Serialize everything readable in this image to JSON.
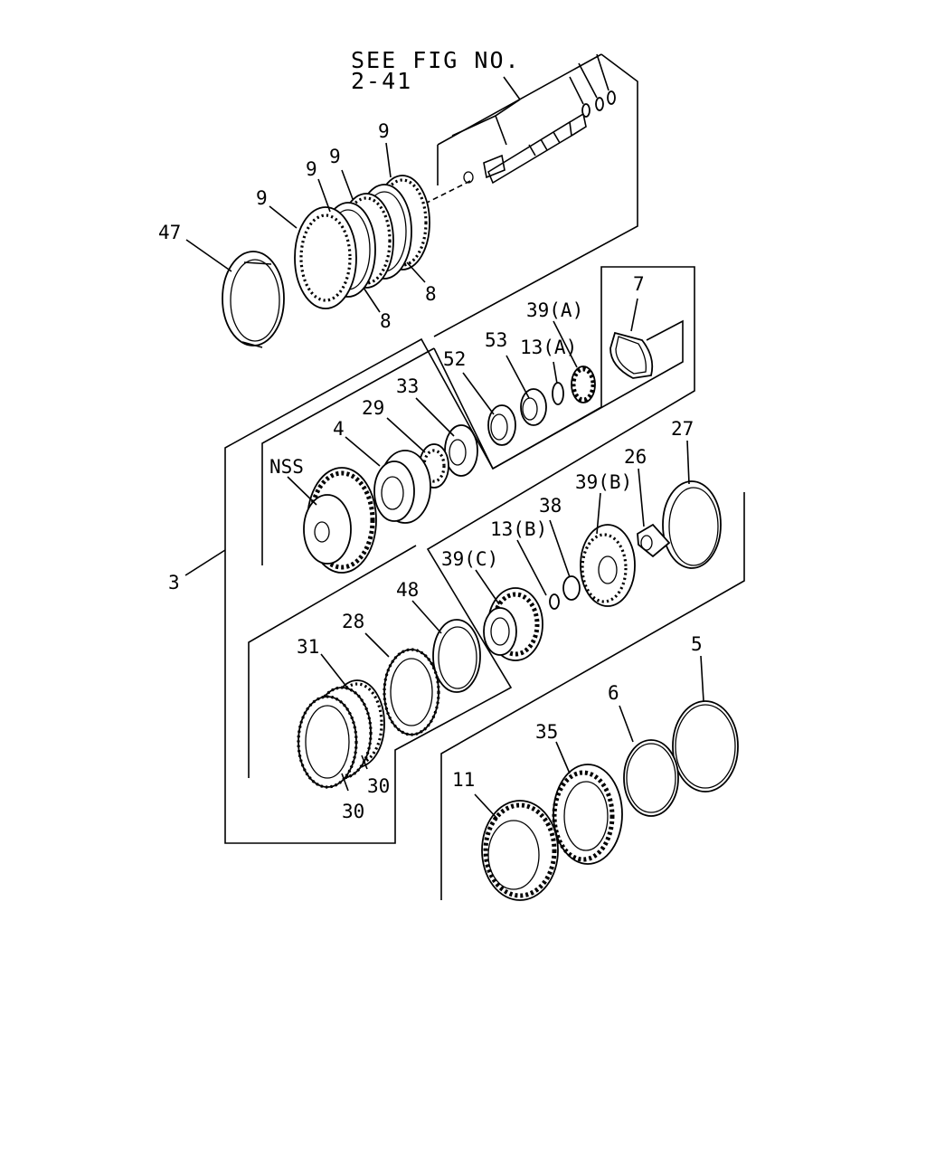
{
  "header": {
    "line1": "SEE FIG NO.",
    "line2": "2-41"
  },
  "callouts": {
    "c9a": "9",
    "c9b": "9",
    "c9c": "9",
    "c9d": "9",
    "c8a": "8",
    "c8b": "8",
    "c47": "47",
    "c7": "7",
    "c39a": "39(A)",
    "c53": "53",
    "c13a": "13(A)",
    "c52": "52",
    "c33": "33",
    "c29": "29",
    "c4": "4",
    "cnss": "NSS",
    "c27": "27",
    "c26": "26",
    "c39b": "39(B)",
    "c38": "38",
    "c13b": "13(B)",
    "c39c": "39(C)",
    "c48": "48",
    "c28": "28",
    "c31": "31",
    "c30a": "30",
    "c30b": "30",
    "c3": "3",
    "c5": "5",
    "c6": "6",
    "c35": "35",
    "c11": "11"
  }
}
